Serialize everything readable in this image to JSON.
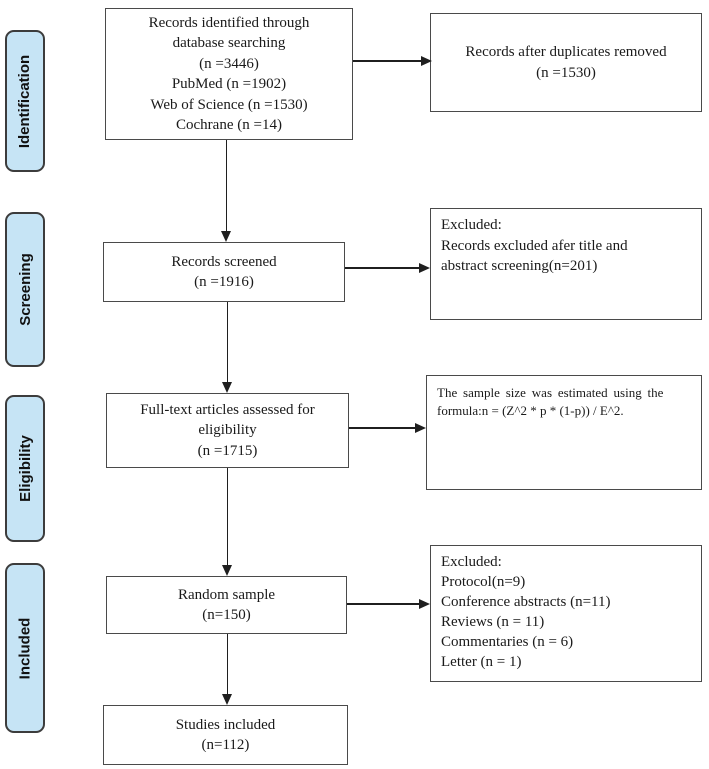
{
  "stages": [
    {
      "label": "Identification"
    },
    {
      "label": "Screening"
    },
    {
      "label": "Eligibility"
    },
    {
      "label": "Included"
    }
  ],
  "main_flow": [
    {
      "name": "records-identified",
      "lines": [
        "Records identified through",
        "database searching",
        "(n =3446)",
        "PubMed (n =1902)",
        "Web of Science (n =1530)",
        "Cochrane (n =14)"
      ]
    },
    {
      "name": "records-screened",
      "lines": [
        "Records screened",
        "(n =1916)"
      ]
    },
    {
      "name": "full-text-assessed",
      "lines": [
        "Full-text articles assessed for",
        "eligibility",
        "(n =1715)"
      ]
    },
    {
      "name": "random-sample",
      "lines": [
        "Random sample",
        "(n=150)"
      ]
    },
    {
      "name": "studies-included",
      "lines": [
        "Studies included",
        "(n=112)"
      ]
    }
  ],
  "side_boxes": [
    {
      "name": "duplicates-removed",
      "lines": [
        "Records after duplicates removed",
        "(n =1530)"
      ]
    },
    {
      "name": "excluded-title-abstract",
      "lines": [
        "Excluded:",
        "Records excluded afer title and",
        "abstract screening(n=201)"
      ]
    },
    {
      "name": "sample-size-formula",
      "lines": [
        "The sample size was estimated using the",
        "formula:n = (Z^2 * p * (1-p)) / E^2."
      ]
    },
    {
      "name": "excluded-random-sample",
      "lines": [
        "Excluded:",
        "Protocol(n=9)",
        "Conference abstracts (n=11)",
        "Reviews (n = 11)",
        "Commentaries (n = 6)",
        "Letter (n = 1)"
      ]
    }
  ],
  "colors": {
    "stage_fill": "#c6e4f5",
    "stage_border": "#3c3c3c",
    "box_border": "#4a4a4a",
    "arrow": "#1f1f1f",
    "text": "#1a1a1a"
  }
}
